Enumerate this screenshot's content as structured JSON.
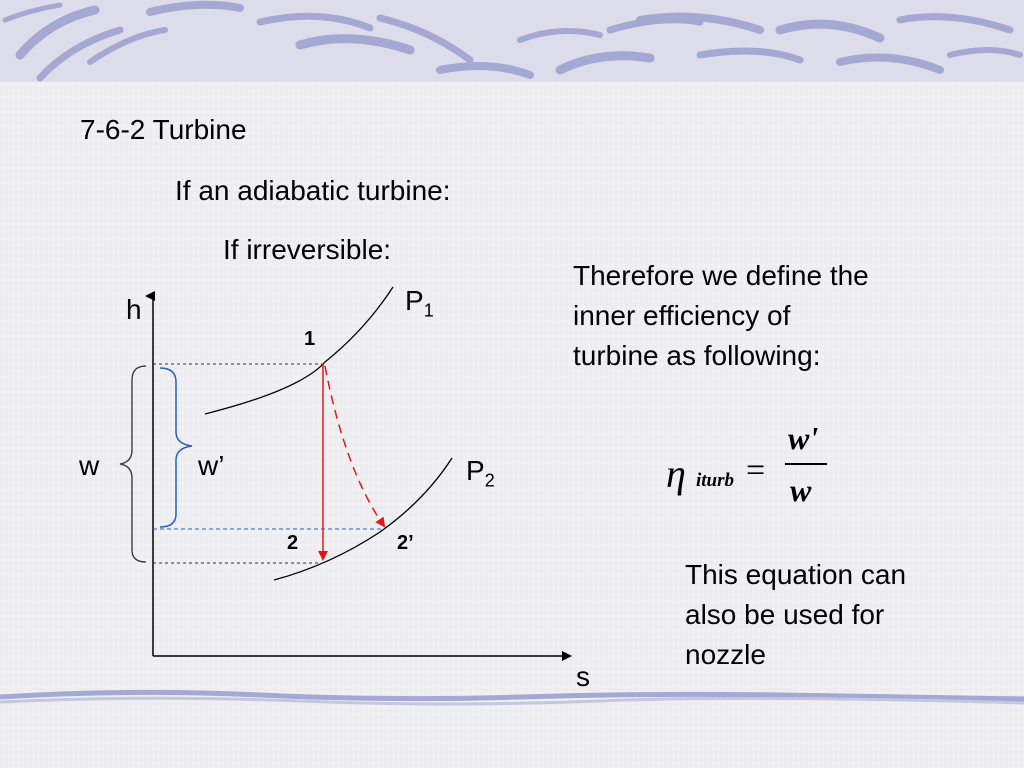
{
  "slide": {
    "heading": "7-6-2 Turbine",
    "line_adiabatic": "If an adiabatic turbine:",
    "line_irreversible": "If irreversible:",
    "definition_lines": [
      "Therefore we define the",
      "inner efficiency of",
      "turbine as following:"
    ],
    "note_lines": [
      "This equation can",
      "also be used for",
      "nozzle"
    ]
  },
  "diagram": {
    "axis_y_label": "h",
    "axis_x_label": "s",
    "isobar_p1_label": "P",
    "isobar_p1_sub": "1",
    "isobar_p2_label": "P",
    "isobar_p2_sub": "2",
    "point_1": "1",
    "point_2": "2",
    "point_2_prime": "2’",
    "brace_outer_label": "w",
    "brace_inner_label": "w’",
    "colors": {
      "isentropic_line": "#e01818",
      "irreversible_line": "#e01818",
      "inner_brace": "#2a5fc4",
      "outer_brace": "#333333",
      "dashed_guide": "#333333",
      "dashed_guide_blue": "#2a5fc4"
    }
  },
  "formula": {
    "symbol": "η",
    "subscript": "iturb",
    "equals": "=",
    "numerator": "w'",
    "denominator": "w"
  },
  "theme": {
    "background": "#f1f1f4",
    "band": "#dcdcea",
    "swirl": "#a5a8d2"
  }
}
